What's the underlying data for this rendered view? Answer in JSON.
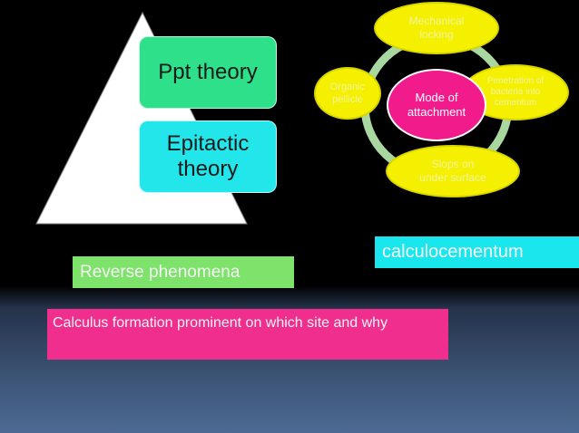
{
  "pyramid": {
    "top_label": "Ppt theory",
    "bottom_label": "Epitactic\ntheory"
  },
  "cycle": {
    "center": "Mode of\nattachment",
    "nodes": [
      "Mechanical\nlocking",
      "Penetration of\nbacteria into\ncementum",
      "Slops on\nunder surface",
      "Organic\npellicle"
    ]
  },
  "labels": {
    "reverse": "Reverse phenomena",
    "calculocementum": "calculocementum",
    "question": "Calculus formation  prominent on which site  and why"
  },
  "colors": {
    "background": "#000000",
    "triangle": "#ffffff",
    "ppt_box": "#2ee08a",
    "epitactic_box": "#22e6ea",
    "node_fill": "#f5f000",
    "center_fill": "#f21b8c",
    "ring": "#a8d8a0",
    "reverse_box": "#7ee36a",
    "calculo_box": "#1ae6ee",
    "question_box": "#ef2e8d"
  }
}
